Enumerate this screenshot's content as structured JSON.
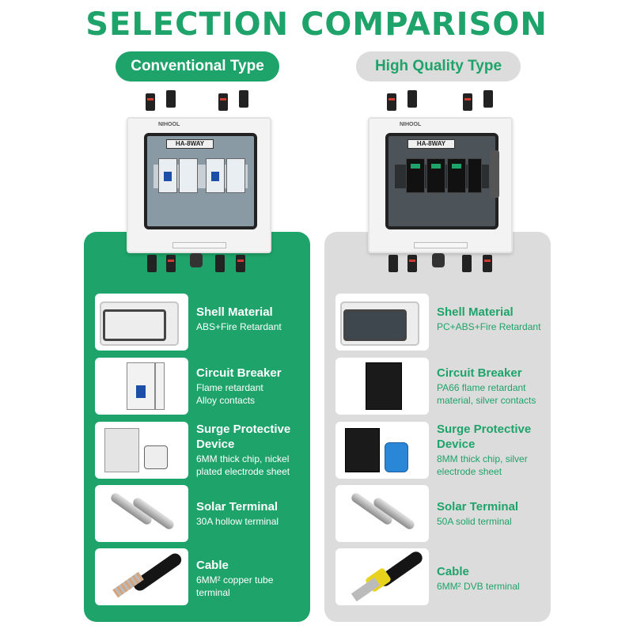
{
  "title": "SELECTION COMPARISON",
  "left": {
    "tab_label": "Conventional Type",
    "box_brand": "NIHOOL",
    "box_label": "HA-8WAY",
    "items": [
      {
        "title": "Shell Material",
        "desc": [
          "ABS+Fire Retardant"
        ],
        "icon": "shell-icon"
      },
      {
        "title": "Circuit Breaker",
        "desc": [
          "Flame retardant",
          "Alloy contacts"
        ],
        "icon": "breaker-icon"
      },
      {
        "title": "Surge Protective",
        "title2": "Device",
        "desc": [
          "6MM thick chip, nickel",
          "plated electrode sheet"
        ],
        "icon": "spd-icon"
      },
      {
        "title": "Solar Terminal",
        "desc": [
          "30A hollow terminal"
        ],
        "icon": "terminal-icon"
      },
      {
        "title": "Cable",
        "desc": [
          "6MM² copper tube",
          "terminal"
        ],
        "icon": "cable-icon"
      }
    ]
  },
  "right": {
    "tab_label": "High Quality Type",
    "box_brand": "NIHOOL",
    "box_label": "HA-8WAY",
    "items": [
      {
        "title": "Shell Material",
        "desc": [
          "PC+ABS+Fire Retardant"
        ],
        "icon": "shell-icon"
      },
      {
        "title": "Circuit Breaker",
        "desc": [
          "PA66 flame retardant",
          "material, silver contacts"
        ],
        "icon": "breaker-icon"
      },
      {
        "title": "Surge Protective",
        "title2": "Device",
        "desc": [
          "8MM thick chip, silver",
          "electrode sheet"
        ],
        "icon": "spd-icon"
      },
      {
        "title": "Solar Terminal",
        "desc": [
          "50A solid terminal"
        ],
        "icon": "terminal-icon"
      },
      {
        "title": "Cable",
        "desc": [
          "6MM² DVB terminal"
        ],
        "icon": "cable-icon"
      }
    ]
  },
  "colors": {
    "accent": "#1ea36a",
    "panel_right": "#dcdcdc",
    "text_on_accent": "#ffffff"
  }
}
